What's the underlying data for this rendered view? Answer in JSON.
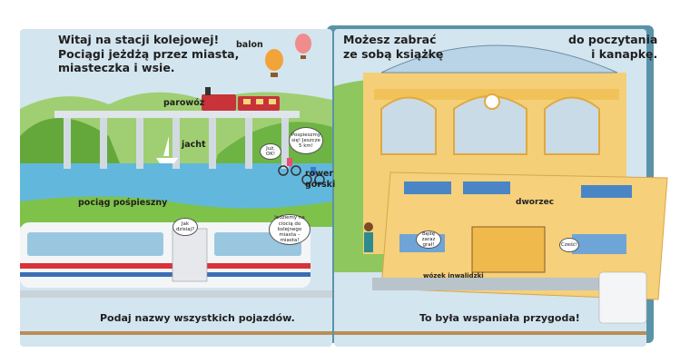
{
  "page_left": {
    "intro_lines": [
      "Witaj na stacji kolejowej!",
      "Pociągi jeżdżą przez miasta,",
      "miasteczka i wsie."
    ],
    "labels": {
      "balloon": "balon",
      "steam_train": "parowóz",
      "yacht": "jacht",
      "bike": "rower\ngórski",
      "express": "pociąg pośpieszny"
    },
    "bubbles": {
      "cyclist": "Pospieszmy się! Jeszcze 5 km!",
      "cyclist_reply": "Już, OK!",
      "passenger": "Jak dzisiaj?",
      "passenger2": "Jedziemy na ciocią do kolejnego miasta – miasta!"
    },
    "bottom_text": "Podaj nazwy wszystkich pojazdów."
  },
  "page_right": {
    "intro_left": [
      "Możesz zabrać",
      "ze sobą książkę"
    ],
    "intro_right": [
      "do poczytania",
      "i kanapkę."
    ],
    "station_sign": "dworzec",
    "platform_label": "wózek inwalidzki",
    "bubbles": {
      "wheelchair": "Będę zaraz grał!",
      "porter": "Cześć!"
    },
    "bottom_text": "To była wspaniała przygoda!"
  },
  "colors": {
    "sky": "#cfe3ee",
    "hills": "#7ec24a",
    "water": "#5fb4d8",
    "station": "#f2c86a",
    "track": "#b98d57"
  }
}
